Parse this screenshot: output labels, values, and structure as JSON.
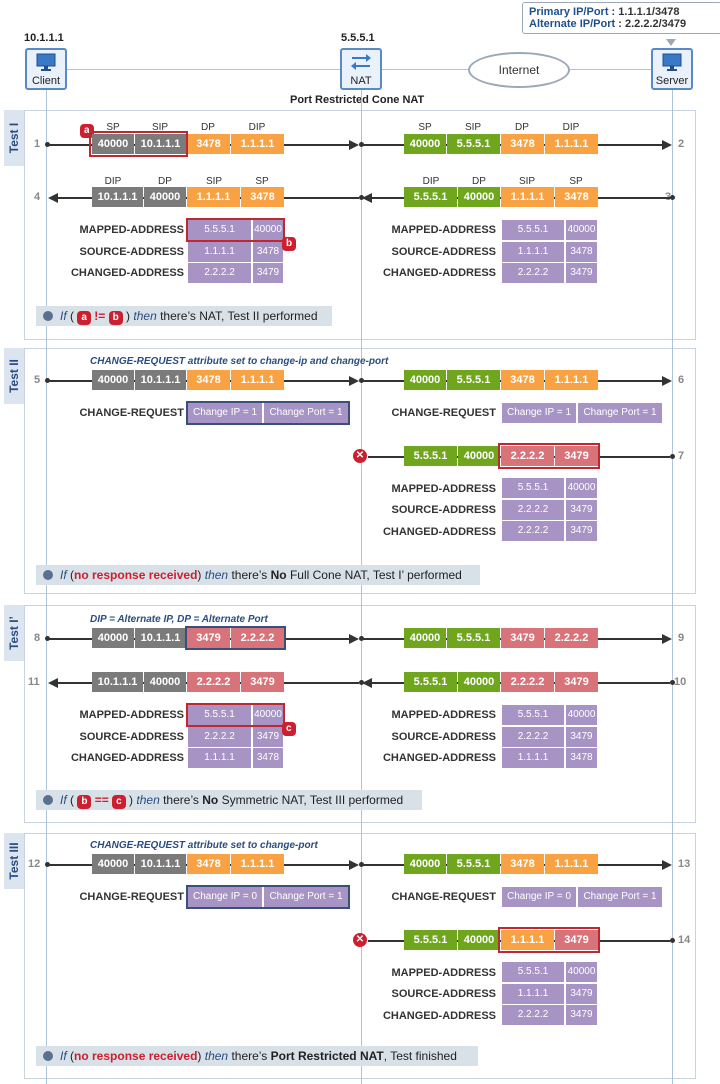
{
  "hosts": {
    "client": {
      "ip": "10.1.1.1",
      "label": "Client"
    },
    "nat": {
      "ip": "5.5.5.1",
      "label": "NAT"
    },
    "internet": {
      "label": "Internet"
    },
    "server": {
      "label": "Server",
      "primary_key": "Primary IP/Port",
      "primary_val": ": 1.1.1.1/3478",
      "alternate_key": "Alternate IP/Port",
      "alternate_val": ": 2.2.2.2/3479"
    }
  },
  "title": "Port Restricted Cone NAT",
  "headers": {
    "sp": "SP",
    "sip": "SIP",
    "dp": "DP",
    "dip": "DIP"
  },
  "attr_labels": {
    "mapped": "MAPPED-ADDRESS",
    "source": "SOURCE-ADDRESS",
    "changed": "CHANGED-ADDRESS",
    "change_req": "CHANGE-REQUEST"
  },
  "badges": {
    "a": "a",
    "b": "b",
    "c": "c"
  },
  "tests": {
    "t1": {
      "tab": "Test I",
      "steps": [
        "1",
        "2",
        "3",
        "4"
      ],
      "req_left": [
        "40000",
        "10.1.1.1",
        "3478",
        "1.1.1.1"
      ],
      "req_right": [
        "40000",
        "5.5.5.1",
        "3478",
        "1.1.1.1"
      ],
      "resp_right": [
        "5.5.5.1",
        "40000",
        "1.1.1.1",
        "3478"
      ],
      "resp_left": [
        "10.1.1.1",
        "40000",
        "1.1.1.1",
        "3478"
      ],
      "attrs_left": [
        [
          "5.5.5.1",
          "40000"
        ],
        [
          "1.1.1.1",
          "3478"
        ],
        [
          "2.2.2.2",
          "3479"
        ]
      ],
      "attrs_right": [
        [
          "5.5.5.1",
          "40000"
        ],
        [
          "1.1.1.1",
          "3478"
        ],
        [
          "2.2.2.2",
          "3479"
        ]
      ],
      "cond": {
        "if": "If",
        "op": "!=",
        "then": "then",
        "rest": "there’s NAT, Test II performed"
      }
    },
    "t2": {
      "tab": "Test II",
      "note": "CHANGE-REQUEST attribute set to change-ip and change-port",
      "steps": [
        "5",
        "6",
        "7"
      ],
      "req_left": [
        "40000",
        "10.1.1.1",
        "3478",
        "1.1.1.1"
      ],
      "req_right": [
        "40000",
        "5.5.5.1",
        "3478",
        "1.1.1.1"
      ],
      "cr_left": [
        "Change IP = 1",
        "Change Port = 1"
      ],
      "cr_right": [
        "Change IP = 1",
        "Change Port = 1"
      ],
      "resp_right": [
        "5.5.5.1",
        "40000",
        "2.2.2.2",
        "3479"
      ],
      "attrs_right": [
        [
          "5.5.5.1",
          "40000"
        ],
        [
          "2.2.2.2",
          "3479"
        ],
        [
          "2.2.2.2",
          "3479"
        ]
      ],
      "cond": {
        "if": "If",
        "red": "no response received",
        "then": "then",
        "pre": "there’s",
        "bold": "No",
        "post": "Full Cone NAT, Test I’ performed"
      }
    },
    "t3": {
      "tab": "Test I’",
      "note": "DIP = Alternate IP, DP = Alternate Port",
      "steps": [
        "8",
        "9",
        "10",
        "11"
      ],
      "req_left": [
        "40000",
        "10.1.1.1",
        "3479",
        "2.2.2.2"
      ],
      "req_right": [
        "40000",
        "5.5.5.1",
        "3479",
        "2.2.2.2"
      ],
      "resp_right": [
        "5.5.5.1",
        "40000",
        "2.2.2.2",
        "3479"
      ],
      "resp_left": [
        "10.1.1.1",
        "40000",
        "2.2.2.2",
        "3479"
      ],
      "attrs_left": [
        [
          "5.5.5.1",
          "40000"
        ],
        [
          "2.2.2.2",
          "3479"
        ],
        [
          "1.1.1.1",
          "3478"
        ]
      ],
      "attrs_right": [
        [
          "5.5.5.1",
          "40000"
        ],
        [
          "2.2.2.2",
          "3479"
        ],
        [
          "1.1.1.1",
          "3478"
        ]
      ],
      "cond": {
        "if": "If",
        "op": "==",
        "then": "then",
        "pre": "there’s",
        "bold": "No",
        "post": "Symmetric NAT, Test III performed"
      }
    },
    "t4": {
      "tab": "Test III",
      "note": "CHANGE-REQUEST attribute set to change-port",
      "steps": [
        "12",
        "13",
        "14"
      ],
      "req_left": [
        "40000",
        "10.1.1.1",
        "3478",
        "1.1.1.1"
      ],
      "req_right": [
        "40000",
        "5.5.5.1",
        "3478",
        "1.1.1.1"
      ],
      "cr_left": [
        "Change IP = 0",
        "Change Port = 1"
      ],
      "cr_right": [
        "Change IP = 0",
        "Change Port = 1"
      ],
      "resp_right": [
        "5.5.5.1",
        "40000",
        "1.1.1.1",
        "3479"
      ],
      "attrs_right": [
        [
          "5.5.5.1",
          "40000"
        ],
        [
          "1.1.1.1",
          "3479"
        ],
        [
          "2.2.2.2",
          "3479"
        ]
      ],
      "cond": {
        "if": "If",
        "red": "no response received",
        "then": "then",
        "pre": "there’s",
        "bold": "Port Restricted NAT",
        "post": ", Test finished"
      }
    }
  },
  "icons": {
    "client": "monitor-icon",
    "nat": "nat-arrows-icon",
    "server": "monitor-icon",
    "blocked": "x-mark-icon"
  },
  "colors": {
    "sp_sip_client": "#7b7b7b",
    "nat_public": "#6fa61e",
    "primary_server": "#f8a244",
    "alternate_server": "#d9737a",
    "attribute": "#a794c4",
    "highlight": "#c0282f"
  }
}
